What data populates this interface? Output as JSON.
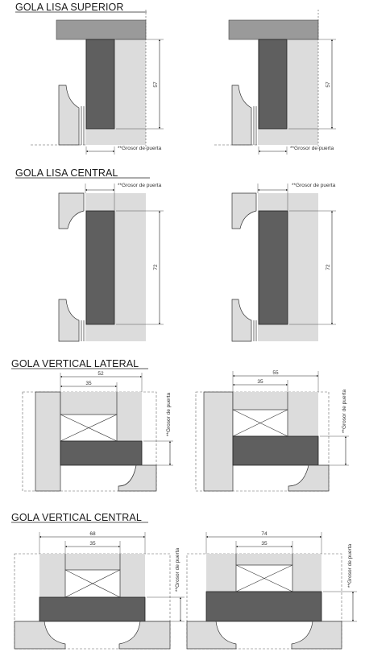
{
  "sections": [
    {
      "title": "GOLA LISA SUPERIOR"
    },
    {
      "title": "GOLA LISA CENTRAL"
    },
    {
      "title": "GOLA VERTICAL LATERAL"
    },
    {
      "title": "GOLA VERTICAL CENTRAL"
    }
  ],
  "labels": {
    "door_thickness": "**Grosor de puerta"
  },
  "dimensions": {
    "superior_height": "57",
    "central_height": "72",
    "lateral_left_overall": "52",
    "lateral_right_overall": "55",
    "lateral_inner": "35",
    "central_left_overall": "68",
    "central_right_overall": "74",
    "central_inner": "35"
  },
  "colors": {
    "profile_fill": "#d9d9d9",
    "top_bar": "#9a9a9a",
    "door_panel": "#5f5f5f",
    "line": "#222222"
  }
}
